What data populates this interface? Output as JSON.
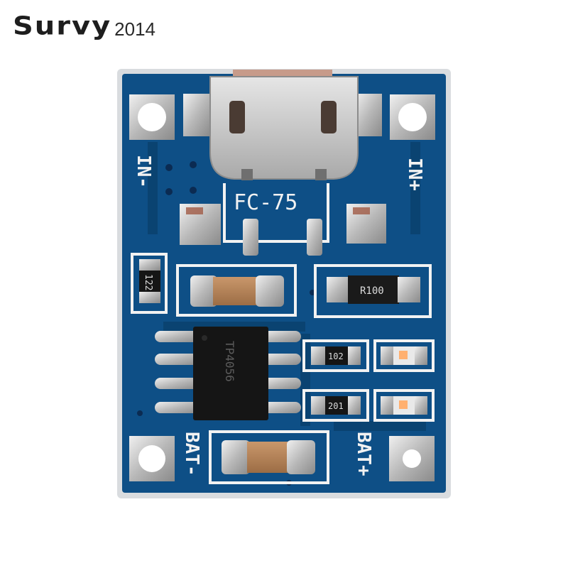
{
  "watermark": {
    "brand": "Survy",
    "year": "2014"
  },
  "board": {
    "model_label": "FC-75",
    "in_minus": "IN-",
    "in_plus": "IN+",
    "bat_minus": "BAT-",
    "bat_plus": "BAT+",
    "resistor_left": "122",
    "resistor_sense": "R100",
    "resistor_102": "102",
    "resistor_201": "201",
    "chip_marking": "TP4056"
  },
  "colors": {
    "pcb": "#0e4f86",
    "silkscreen": "#f2f2f2",
    "pad": "#c8c8c8",
    "chip": "#151515",
    "capacitor": "#b8845a",
    "led": "#ffb070"
  }
}
